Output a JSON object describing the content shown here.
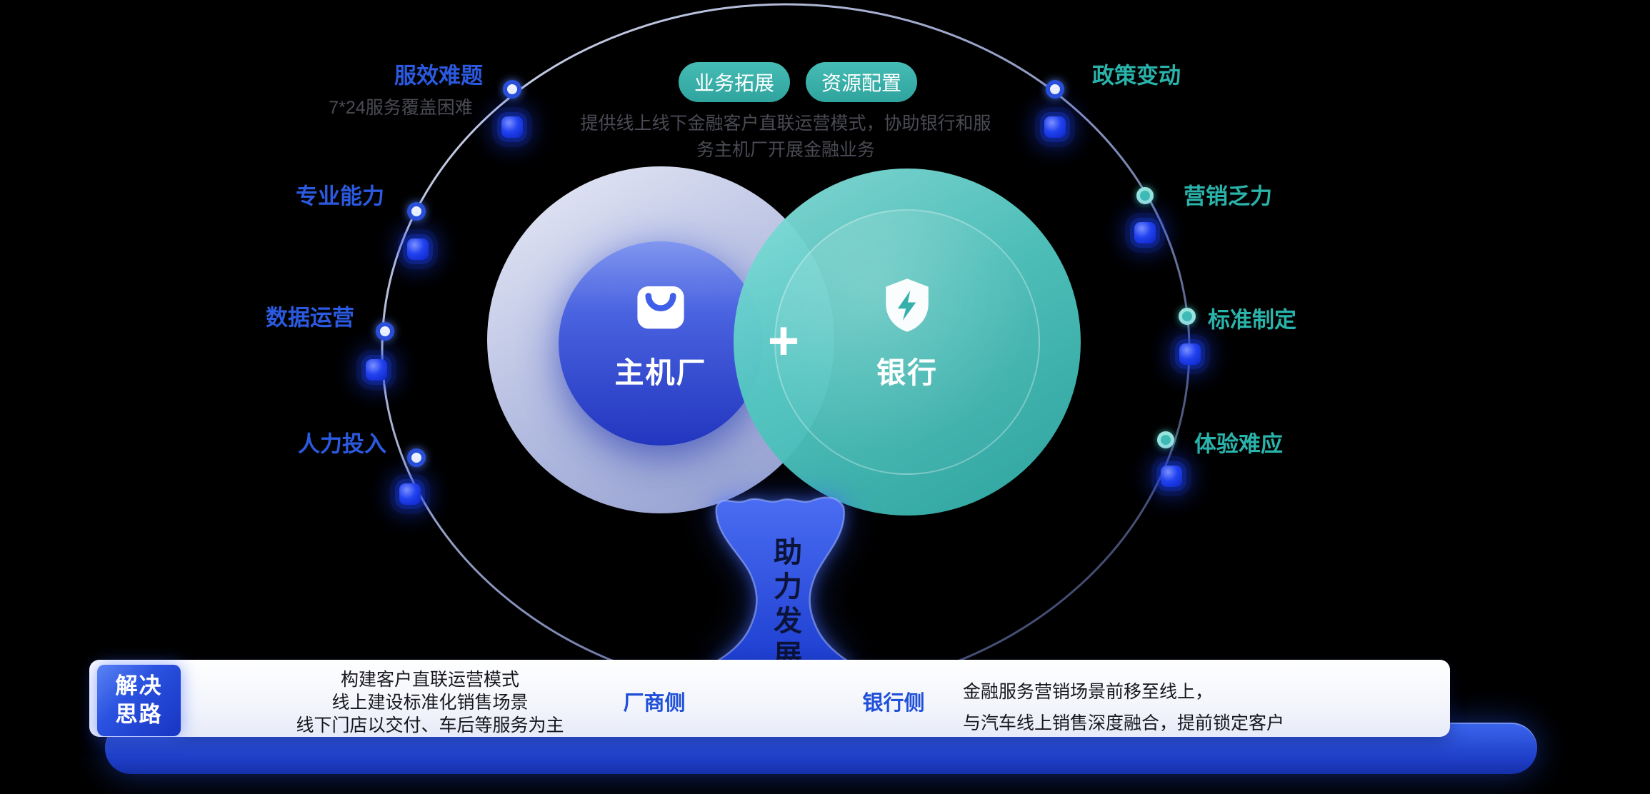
{
  "colors": {
    "background": "#000000",
    "accent_blue": "#2B5AE0",
    "accent_teal": "#2AB3AA",
    "oem_circle_blue": "#2F49D1",
    "bank_circle_teal": "#3FB8B2"
  },
  "header": {
    "badges": [
      {
        "label": "业务拓展"
      },
      {
        "label": "资源配置"
      }
    ],
    "description_lines": [
      "提供线上线下金融客户直联运营模式，协助银行和服",
      "务主机厂开展金融业务"
    ]
  },
  "venn": {
    "left_label": "主机厂",
    "right_label": "银行",
    "plus": "+",
    "left_icon": "shopping-bag-icon",
    "right_icon": "shield-bolt-icon"
  },
  "left_items": [
    {
      "label": "服效难题",
      "sub": "7*24服务覆盖困难"
    },
    {
      "label": "专业能力"
    },
    {
      "label": "数据运营"
    },
    {
      "label": "人力投入"
    }
  ],
  "right_items": [
    {
      "label": "政策变动"
    },
    {
      "label": "营销乏力"
    },
    {
      "label": "标准制定"
    },
    {
      "label": "体验难应"
    }
  ],
  "funnel": {
    "label": "助力发展"
  },
  "solution": {
    "badge_lines": [
      "解决",
      "思路"
    ],
    "manufacturer_lines": [
      "构建客户直联运营模式",
      "线上建设标准化销售场景",
      "线下门店以交付、车后等服务为主"
    ],
    "manufacturer_side_label": "厂商侧",
    "bank_side_label": "银行侧",
    "bank_lines": [
      "金融服务营销场景前移至线上，",
      "与汽车线上销售深度融合，提前锁定客户"
    ]
  }
}
